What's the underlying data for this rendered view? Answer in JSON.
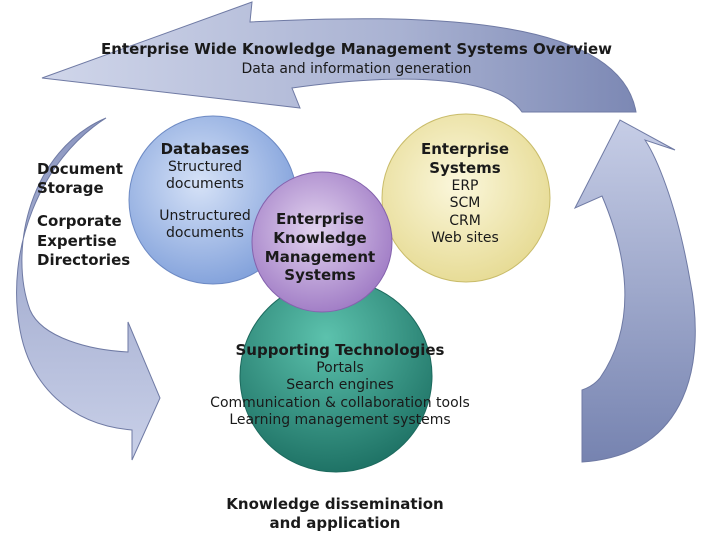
{
  "diagram": {
    "title": "Enterprise Wide Knowledge Management Systems Overview",
    "subtitle": "Data and information generation",
    "left_panel": {
      "line1": "Document",
      "line2": "Storage",
      "line3": "Corporate",
      "line4": "Expertise",
      "line5": "Directories"
    },
    "databases": {
      "heading": "Databases",
      "line1": "Structured",
      "line2": "documents",
      "line3": "Unstructured",
      "line4": "documents"
    },
    "enterprise_systems": {
      "heading1": "Enterprise",
      "heading2": "Systems",
      "items": [
        "ERP",
        "SCM",
        "CRM",
        "Web sites"
      ]
    },
    "ekms": {
      "line1": "Enterprise",
      "line2": "Knowledge",
      "line3": "Management",
      "line4": "Systems"
    },
    "supporting": {
      "heading": "Supporting Technologies",
      "items": [
        "Portals",
        "Search engines",
        "Communication & collaboration tools",
        "Learning management systems"
      ]
    },
    "bottom": {
      "line1": "Knowledge dissemination",
      "line2": "and application"
    },
    "colors": {
      "arrow": "#aab3d1",
      "arrow_dark": "#7f8ab4",
      "databases": "#9fb8e6",
      "enterprise": "#f0e8b0",
      "ekms": "#b79ad4",
      "supporting": "#3e9c8e"
    }
  }
}
